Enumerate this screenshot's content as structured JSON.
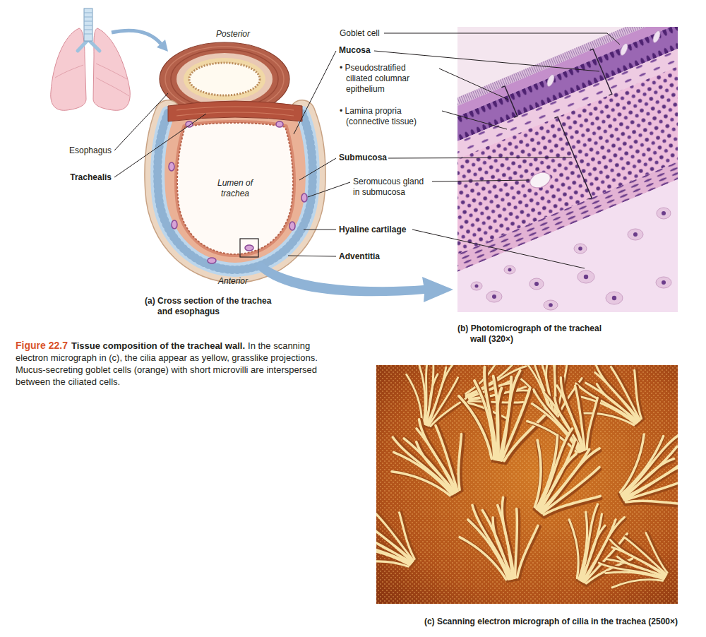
{
  "diagram": {
    "title": "Tissue composition of the tracheal wall.",
    "caption": "In the scanning electron micrograph in (c), the cilia appear as yellow, grasslike projections. Mucus-secreting goblet cells (orange) with short microvilli are interspersed between the ciliated cells.",
    "labels": [
      "Posterior",
      "Goblet cell",
      "Mucosa",
      "• Pseudostratified ciliated columnar epithelium",
      "• Lamina propria (connective tissue)",
      "Esophagus",
      "Trachealis",
      "Lumen of trachea",
      "Submucosa",
      "Seromucous gland in submucosa",
      "Hyaline cartilage",
      "Adventitia",
      "Anterior",
      "(a) Cross section of the trachea and esophagus",
      "Figure 22.7",
      "(b) Photomicrograph of the tracheal wall (320×)",
      "(c) Scanning electron micrograph of cilia in the trachea (2500×)"
    ]
  }
}
